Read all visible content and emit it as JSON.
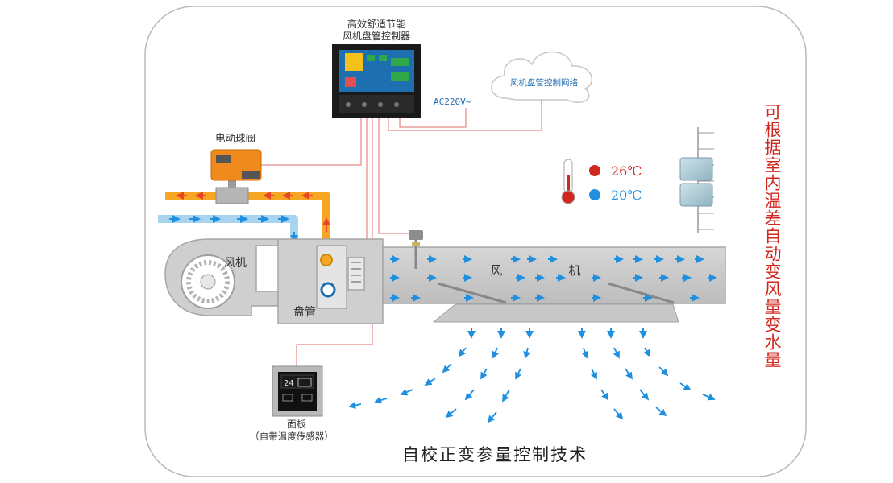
{
  "controller": {
    "line1": "高效舒适节能",
    "line2": "风机盘管控制器"
  },
  "cloud_label": "风机盘管控制网络",
  "power_label": "AC220V~",
  "valve_label": "电动球阀",
  "fan_label": "风机",
  "coil_label": "盘管",
  "duct_label_1": "风",
  "duct_label_2": "机",
  "thermo": {
    "hot": "26℃",
    "cold": "20℃"
  },
  "panel": {
    "label": "面板",
    "sublabel": "（自带温度传感器）"
  },
  "side_text": "可根据室内温差自动变风量变水量",
  "footer_title": "自校正变参量控制技术",
  "colors": {
    "hot_pipe": "#f6a623",
    "cold_pipe": "#a8d4f0",
    "arrow_blue": "#1f8fe0",
    "arrow_red": "#e8452a",
    "accent_red": "#d0281f",
    "wire_red": "#e26b6b"
  }
}
